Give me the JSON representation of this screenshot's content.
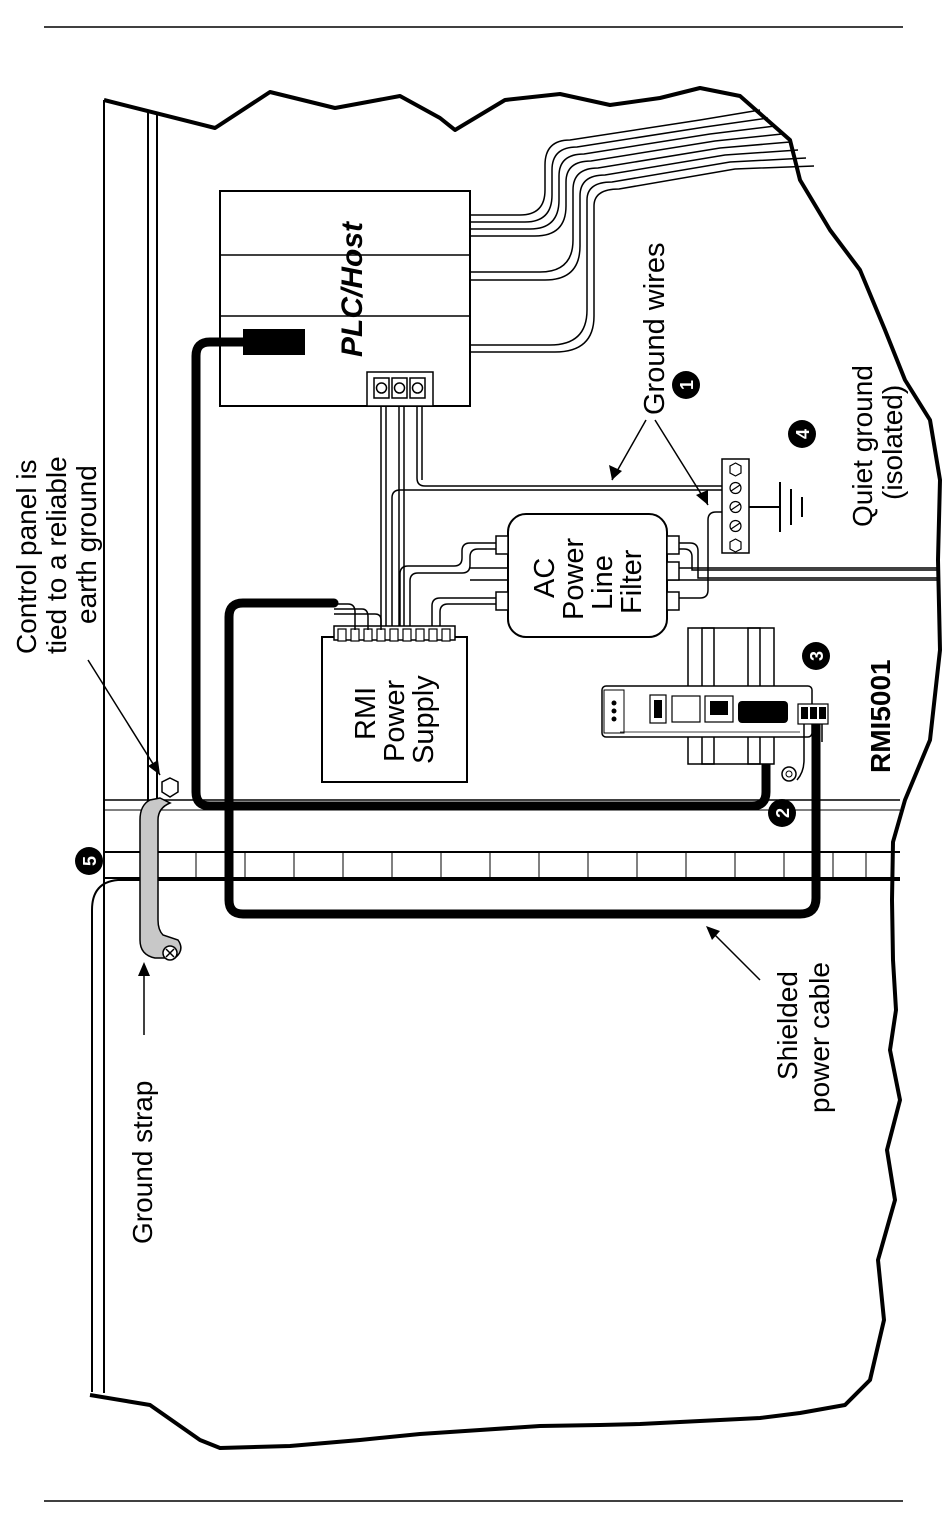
{
  "labels": {
    "plc_host": "PLC/Host",
    "ground_wires": "Ground wires",
    "quiet_ground_1": "Quiet ground",
    "quiet_ground_2": "(isolated)",
    "ac_filter_1": "AC",
    "ac_filter_2": "Power",
    "ac_filter_3": "Line",
    "ac_filter_4": "Filter",
    "rmi_ps_1": "RMI",
    "rmi_ps_2": "Power",
    "rmi_ps_3": "Supply",
    "rmi5001": "RMI5001",
    "control_panel_1": "Control panel is",
    "control_panel_2": "tied to a reliable",
    "control_panel_3": "earth ground",
    "ground_strap": "Ground strap",
    "shielded_1": "Shielded",
    "shielded_2": "power cable"
  },
  "badges": {
    "b1": "1",
    "b2": "2",
    "b3": "3",
    "b4": "4",
    "b5": "5"
  }
}
